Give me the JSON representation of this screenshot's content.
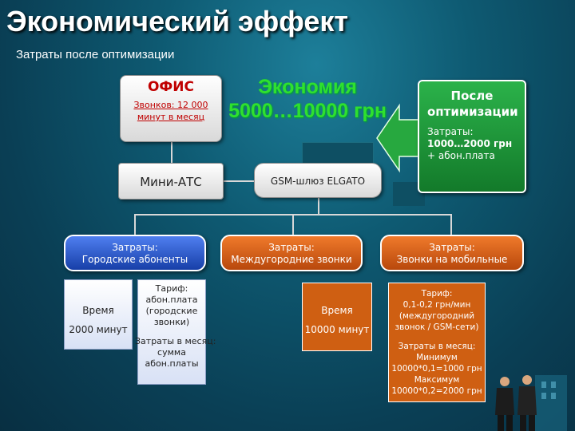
{
  "title": "Экономический эффект",
  "subtitle": "Затраты после оптимизации",
  "office": {
    "title": "ОФИС",
    "line1": "Звонков: 12 000",
    "line2": "минут в месяц"
  },
  "economy": {
    "line1": "Экономия",
    "line2": "5000…10000 грн"
  },
  "after": {
    "title_line1": "После",
    "title_line2": "оптимизации",
    "cost_label": "Затраты:",
    "cost_line1": "1000…2000 грн",
    "cost_line2": "+ абон.плата"
  },
  "mini_ats": "Мини-АТС",
  "gsm_gateway": "GSM-шлюз ELGATO",
  "costs": [
    {
      "line1": "Затраты:",
      "line2": "Городские абоненты"
    },
    {
      "line1": "Затраты:",
      "line2": "Междугородние звонки"
    },
    {
      "line1": "Затраты:",
      "line2": "Звонки на мобильные"
    }
  ],
  "city": {
    "time_label": "Время",
    "time_value": "2000 минут",
    "tariff": [
      "Тариф:",
      "абон.плата",
      "(городские",
      "звонки)"
    ],
    "monthly": [
      "Затраты в месяц:",
      "сумма",
      "абон.платы"
    ]
  },
  "long_distance": {
    "time_label": "Время",
    "time_value": "10000 минут"
  },
  "mobile": {
    "tariff": [
      "Тариф:",
      "0,1-0,2 грн/мин",
      "(междугородний",
      "звонок / GSM-сети)"
    ],
    "monthly": [
      "Затраты в месяц:",
      "Минимум",
      "10000*0,1=1000 грн",
      "Максимум",
      "10000*0,2=2000 грн"
    ]
  },
  "colors": {
    "green_text": "#2fe02f",
    "office_red": "#c00000",
    "blue": "#2a55c8",
    "orange": "#d4621a",
    "green_box": "#1f9a3a"
  }
}
